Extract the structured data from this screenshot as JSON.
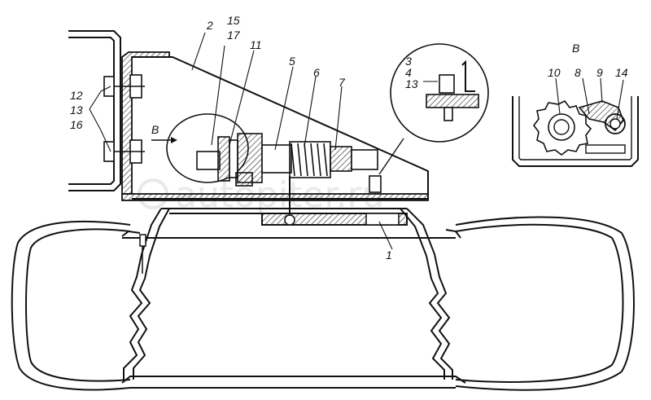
{
  "figure": {
    "watermark": "autopiter.ru",
    "view_arrow_label": "В",
    "inset_view_title": "В",
    "callouts": {
      "c1": "1",
      "c2": "2",
      "c3": "3",
      "c4": "4",
      "c5": "5",
      "c6": "6",
      "c7": "7",
      "c8": "8",
      "c9": "9",
      "c10": "10",
      "c11": "11",
      "c12": "12",
      "c13a": "13",
      "c13b": "13",
      "c14": "14",
      "c15": "15",
      "c16": "16",
      "c17": "17"
    }
  }
}
